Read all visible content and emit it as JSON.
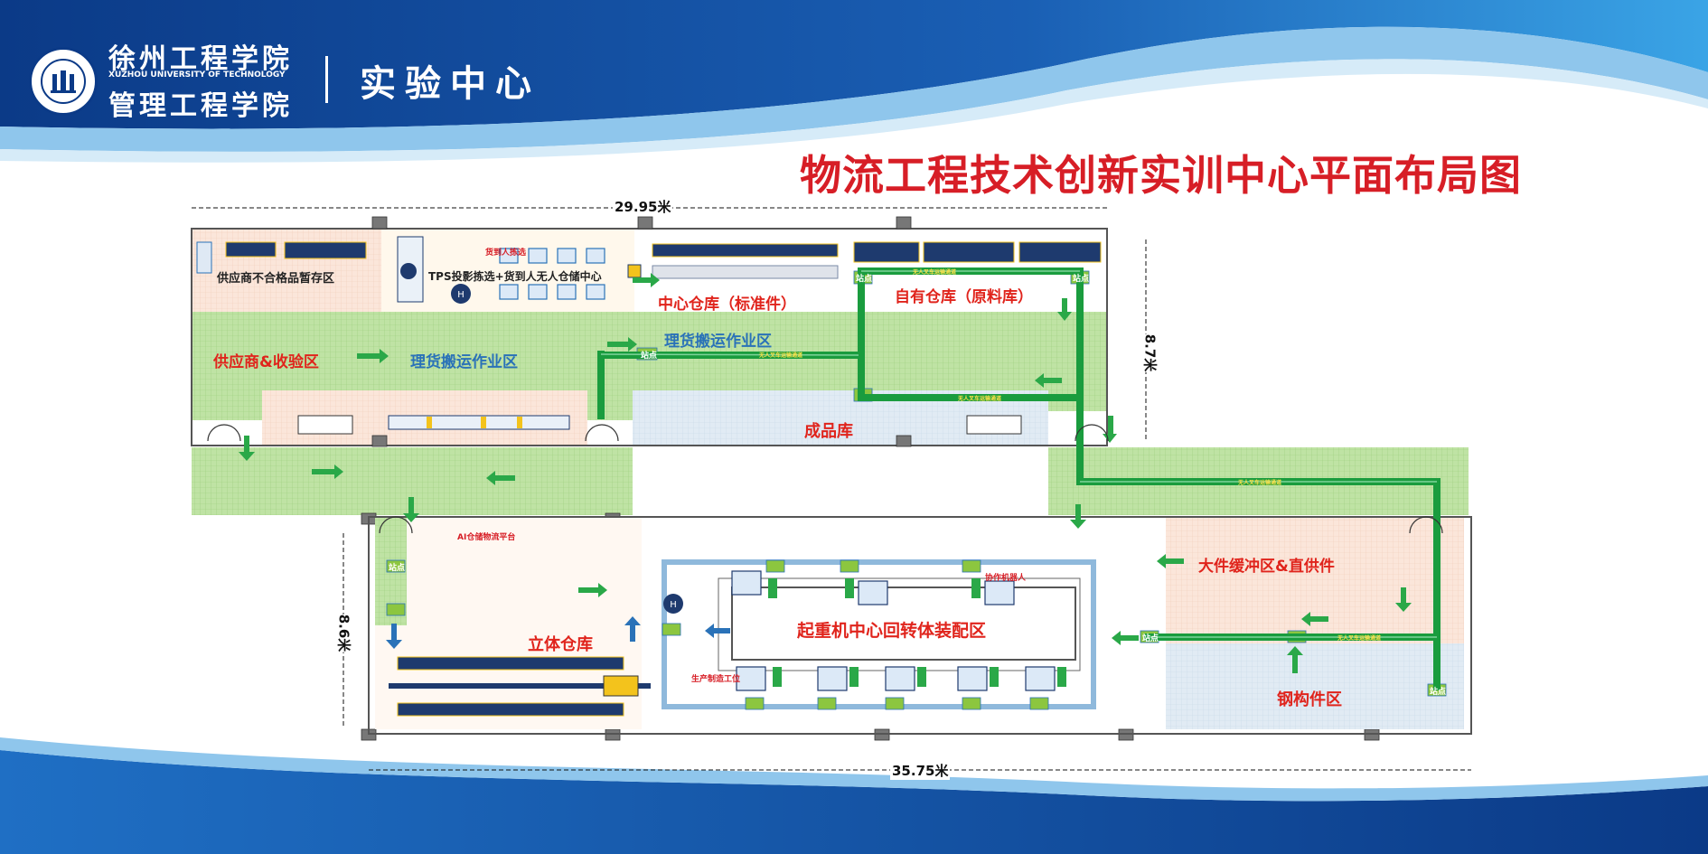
{
  "header": {
    "university_cn": "徐州工程学院",
    "university_en": "XUZHOU UNIVERSITY OF TECHNOLOGY",
    "school_cn": "管理工程学院",
    "center_cn": "实验中心"
  },
  "title": "物流工程技术创新实训中心平面布局图",
  "dimensions": {
    "top_width": "29.95米",
    "right_height": "8.7米",
    "left_height": "8.6米",
    "bottom_width": "35.75米"
  },
  "zones": {
    "supplier_reject": "供应商不合格品暂存区",
    "tps": "TPS投影拣选+货到人无人仓储中心",
    "center_wh": "中心仓库（标准件）",
    "own_wh": "自有仓库（原料库）",
    "supplier_inspect": "供应商&收验区",
    "sorting_left": "理货搬运作业区",
    "sorting_right": "理货搬运作业区",
    "finished": "成品库",
    "large_buffer": "大件缓冲区&直供件",
    "stereo_wh": "立体仓库",
    "crane_assembly": "起重机中心回转体装配区",
    "steel_parts": "钢构件区",
    "ai_platform": "AI仓储物流平台",
    "production_ws": "生产制造工位",
    "unmanned_station": "货到人拣选",
    "robot": "协作机器人"
  },
  "station_label": "站点",
  "agv_path_label": "无人叉车运输通道",
  "colors": {
    "banner_dark": "#0f3f8c",
    "banner_light": "#2a8fd6",
    "title_red": "#d71e26",
    "path_green": "#1a9c3e",
    "grid_green": "#bfe3a4",
    "grid_pink": "#fbe4d6",
    "grid_blue": "#dce8f3"
  }
}
